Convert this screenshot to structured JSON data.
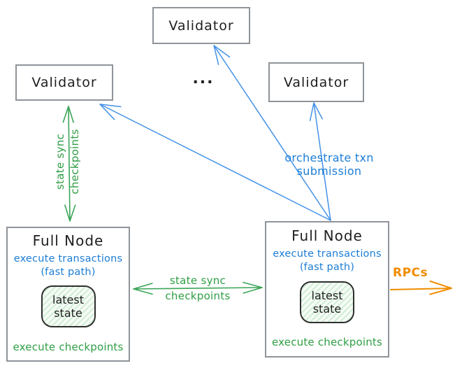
{
  "diagram": {
    "nodes": {
      "validator_top": {
        "label": "Validator"
      },
      "validator_left": {
        "label": "Validator"
      },
      "validator_right": {
        "label": "Validator"
      },
      "fullnode_left": {
        "title": "Full Node",
        "execute_transactions": "execute transactions",
        "fast_path": "(fast path)",
        "latest_state_line1": "latest",
        "latest_state_line2": "state",
        "execute_checkpoints": "execute checkpoints"
      },
      "fullnode_right": {
        "title": "Full Node",
        "execute_transactions": "execute transactions",
        "fast_path": "(fast path)",
        "latest_state_line1": "latest",
        "latest_state_line2": "state",
        "execute_checkpoints": "execute checkpoints"
      }
    },
    "ellipsis": "...",
    "edge_labels": {
      "orchestrate": "orchestrate txn submission",
      "state_sync_vertical_line1": "state sync",
      "state_sync_vertical_line2": "checkpoints",
      "state_sync_horizontal_line1": "state sync",
      "state_sync_horizontal_line2": "checkpoints",
      "rpcs": "RPCs"
    },
    "colors": {
      "blue_text": "#1c7ed6",
      "blue_arrow": "#4491e8",
      "green_text": "#2f9e44",
      "green_arrow": "#3aa557",
      "orange": "#f08c00",
      "black_text": "#1e1e1e",
      "box_border": "#8f9499",
      "state_fill": "#f6fcf6"
    }
  }
}
